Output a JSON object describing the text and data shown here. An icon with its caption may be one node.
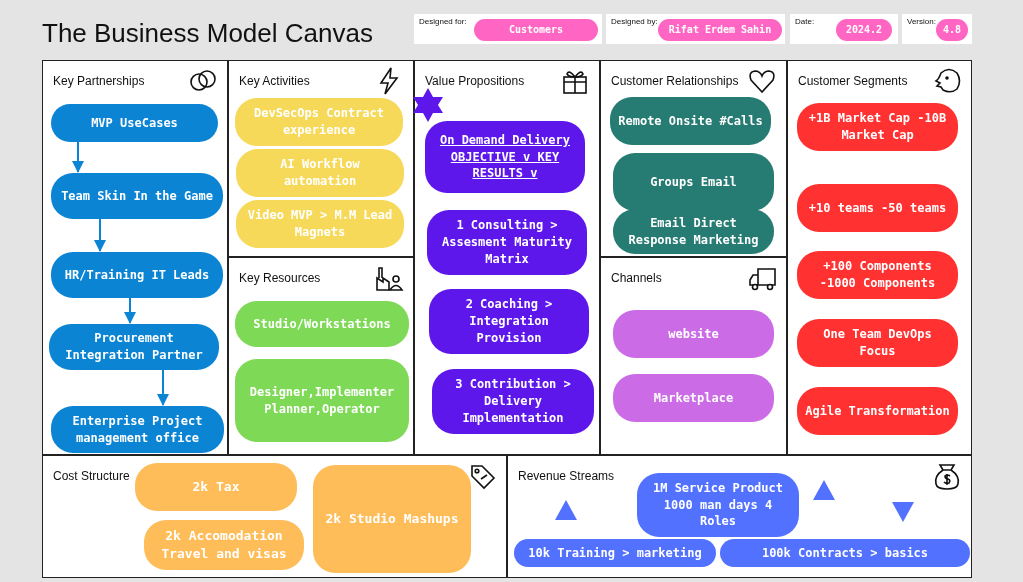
{
  "diagram": {
    "title": "The Business Model Canvas",
    "nodes": [
      {
        "text": [
          "Designed for:"
        ]
      },
      {
        "text": [
          "Customers"
        ],
        "in": 0
      },
      {
        "text": [
          "Designed by:"
        ]
      },
      {
        "text": [
          "Rifat Erdem Sahin"
        ],
        "in": 2
      },
      {
        "text": [
          "Date:"
        ]
      },
      {
        "text": [
          "2024.2"
        ],
        "in": 4
      },
      {
        "text": [
          "Version:"
        ]
      },
      {
        "text": [
          "4.8"
        ],
        "in": 6
      },
      {
        "text": [
          "Key Partnerships"
        ]
      },
      {
        "text": [
          "MVP UseCases"
        ],
        "in": 8
      },
      {
        "text": [
          "Team Skin In the Game"
        ],
        "in": 8
      },
      {
        "text": [
          "HR/Training IT Leads"
        ],
        "in": 8
      },
      {
        "text": [
          "Procurement Integration Partner"
        ],
        "in": 8
      },
      {
        "text": [
          "Enterprise Project management office"
        ],
        "in": 8
      },
      {
        "text": [
          "Key Activities"
        ]
      },
      {
        "text": [
          "DevSecOps Contract experience"
        ],
        "in": 14
      },
      {
        "text": [
          "AI Workflow automation"
        ],
        "in": 14
      },
      {
        "text": [
          "Video MVP > M.M Lead Magnets"
        ],
        "in": 14
      },
      {
        "text": [
          "Key Resources"
        ]
      },
      {
        "text": [
          "Studio/Workstations"
        ],
        "in": 18
      },
      {
        "text": [
          "Designer,Implementer Planner,Operator"
        ],
        "in": 18
      },
      {
        "text": [
          "Value Propositions"
        ]
      },
      {
        "text": [
          "On Demand Delivery OBJECTIVE v KEY RESULTS v"
        ],
        "in": 21
      },
      {
        "text": [
          "1 Consulting > Assesment Maturity Matrix"
        ],
        "in": 21
      },
      {
        "text": [
          "2 Coaching > Integration Provision"
        ],
        "in": 21
      },
      {
        "text": [
          "3 Contribution > Delivery Implementation"
        ],
        "in": 21
      },
      {
        "text": [
          "Customer Relationships"
        ]
      },
      {
        "text": [
          "Remote Onsite #Calls"
        ],
        "in": 26
      },
      {
        "text": [
          "Groups Email"
        ],
        "in": 26
      },
      {
        "text": [
          "Email Direct Response Marketing"
        ],
        "in": 26
      },
      {
        "text": [
          "Channels"
        ]
      },
      {
        "text": [
          "website"
        ],
        "in": 30
      },
      {
        "text": [
          "Marketplace"
        ],
        "in": 30
      },
      {
        "text": [
          "Customer Segments"
        ]
      },
      {
        "text": [
          "+1B Market Cap -10B Market Cap"
        ],
        "in": 33
      },
      {
        "text": [
          "+10 teams -50 teams"
        ],
        "in": 33
      },
      {
        "text": [
          "+100 Components -1000 Components"
        ],
        "in": 33
      },
      {
        "text": [
          "One Team DevOps Focus"
        ],
        "in": 33
      },
      {
        "text": [
          "Agile Transformation"
        ],
        "in": 33
      },
      {
        "text": [
          "Cost Structure"
        ]
      },
      {
        "text": [
          "2k Tax"
        ],
        "in": 39
      },
      {
        "text": [
          "2k Studio Mashups"
        ],
        "in": 39
      },
      {
        "text": [
          "2k Accomodation Travel and visas"
        ],
        "in": 39
      },
      {
        "text": [
          "Revenue Streams"
        ]
      },
      {
        "text": [
          "1M Service Product 1000 man days 4 Roles"
        ],
        "in": 43
      },
      {
        "text": [
          "10k Training > marketing"
        ],
        "in": 43
      },
      {
        "text": [
          "100k Contracts > basics"
        ],
        "in": 43
      }
    ],
    "edges": [
      {
        "from": 9,
        "to": 10,
        "arrow": "to"
      },
      {
        "from": 10,
        "to": 11,
        "arrow": "to"
      },
      {
        "from": 11,
        "to": 12,
        "arrow": "to"
      },
      {
        "from": 12,
        "to": 13,
        "arrow": "to"
      }
    ]
  }
}
